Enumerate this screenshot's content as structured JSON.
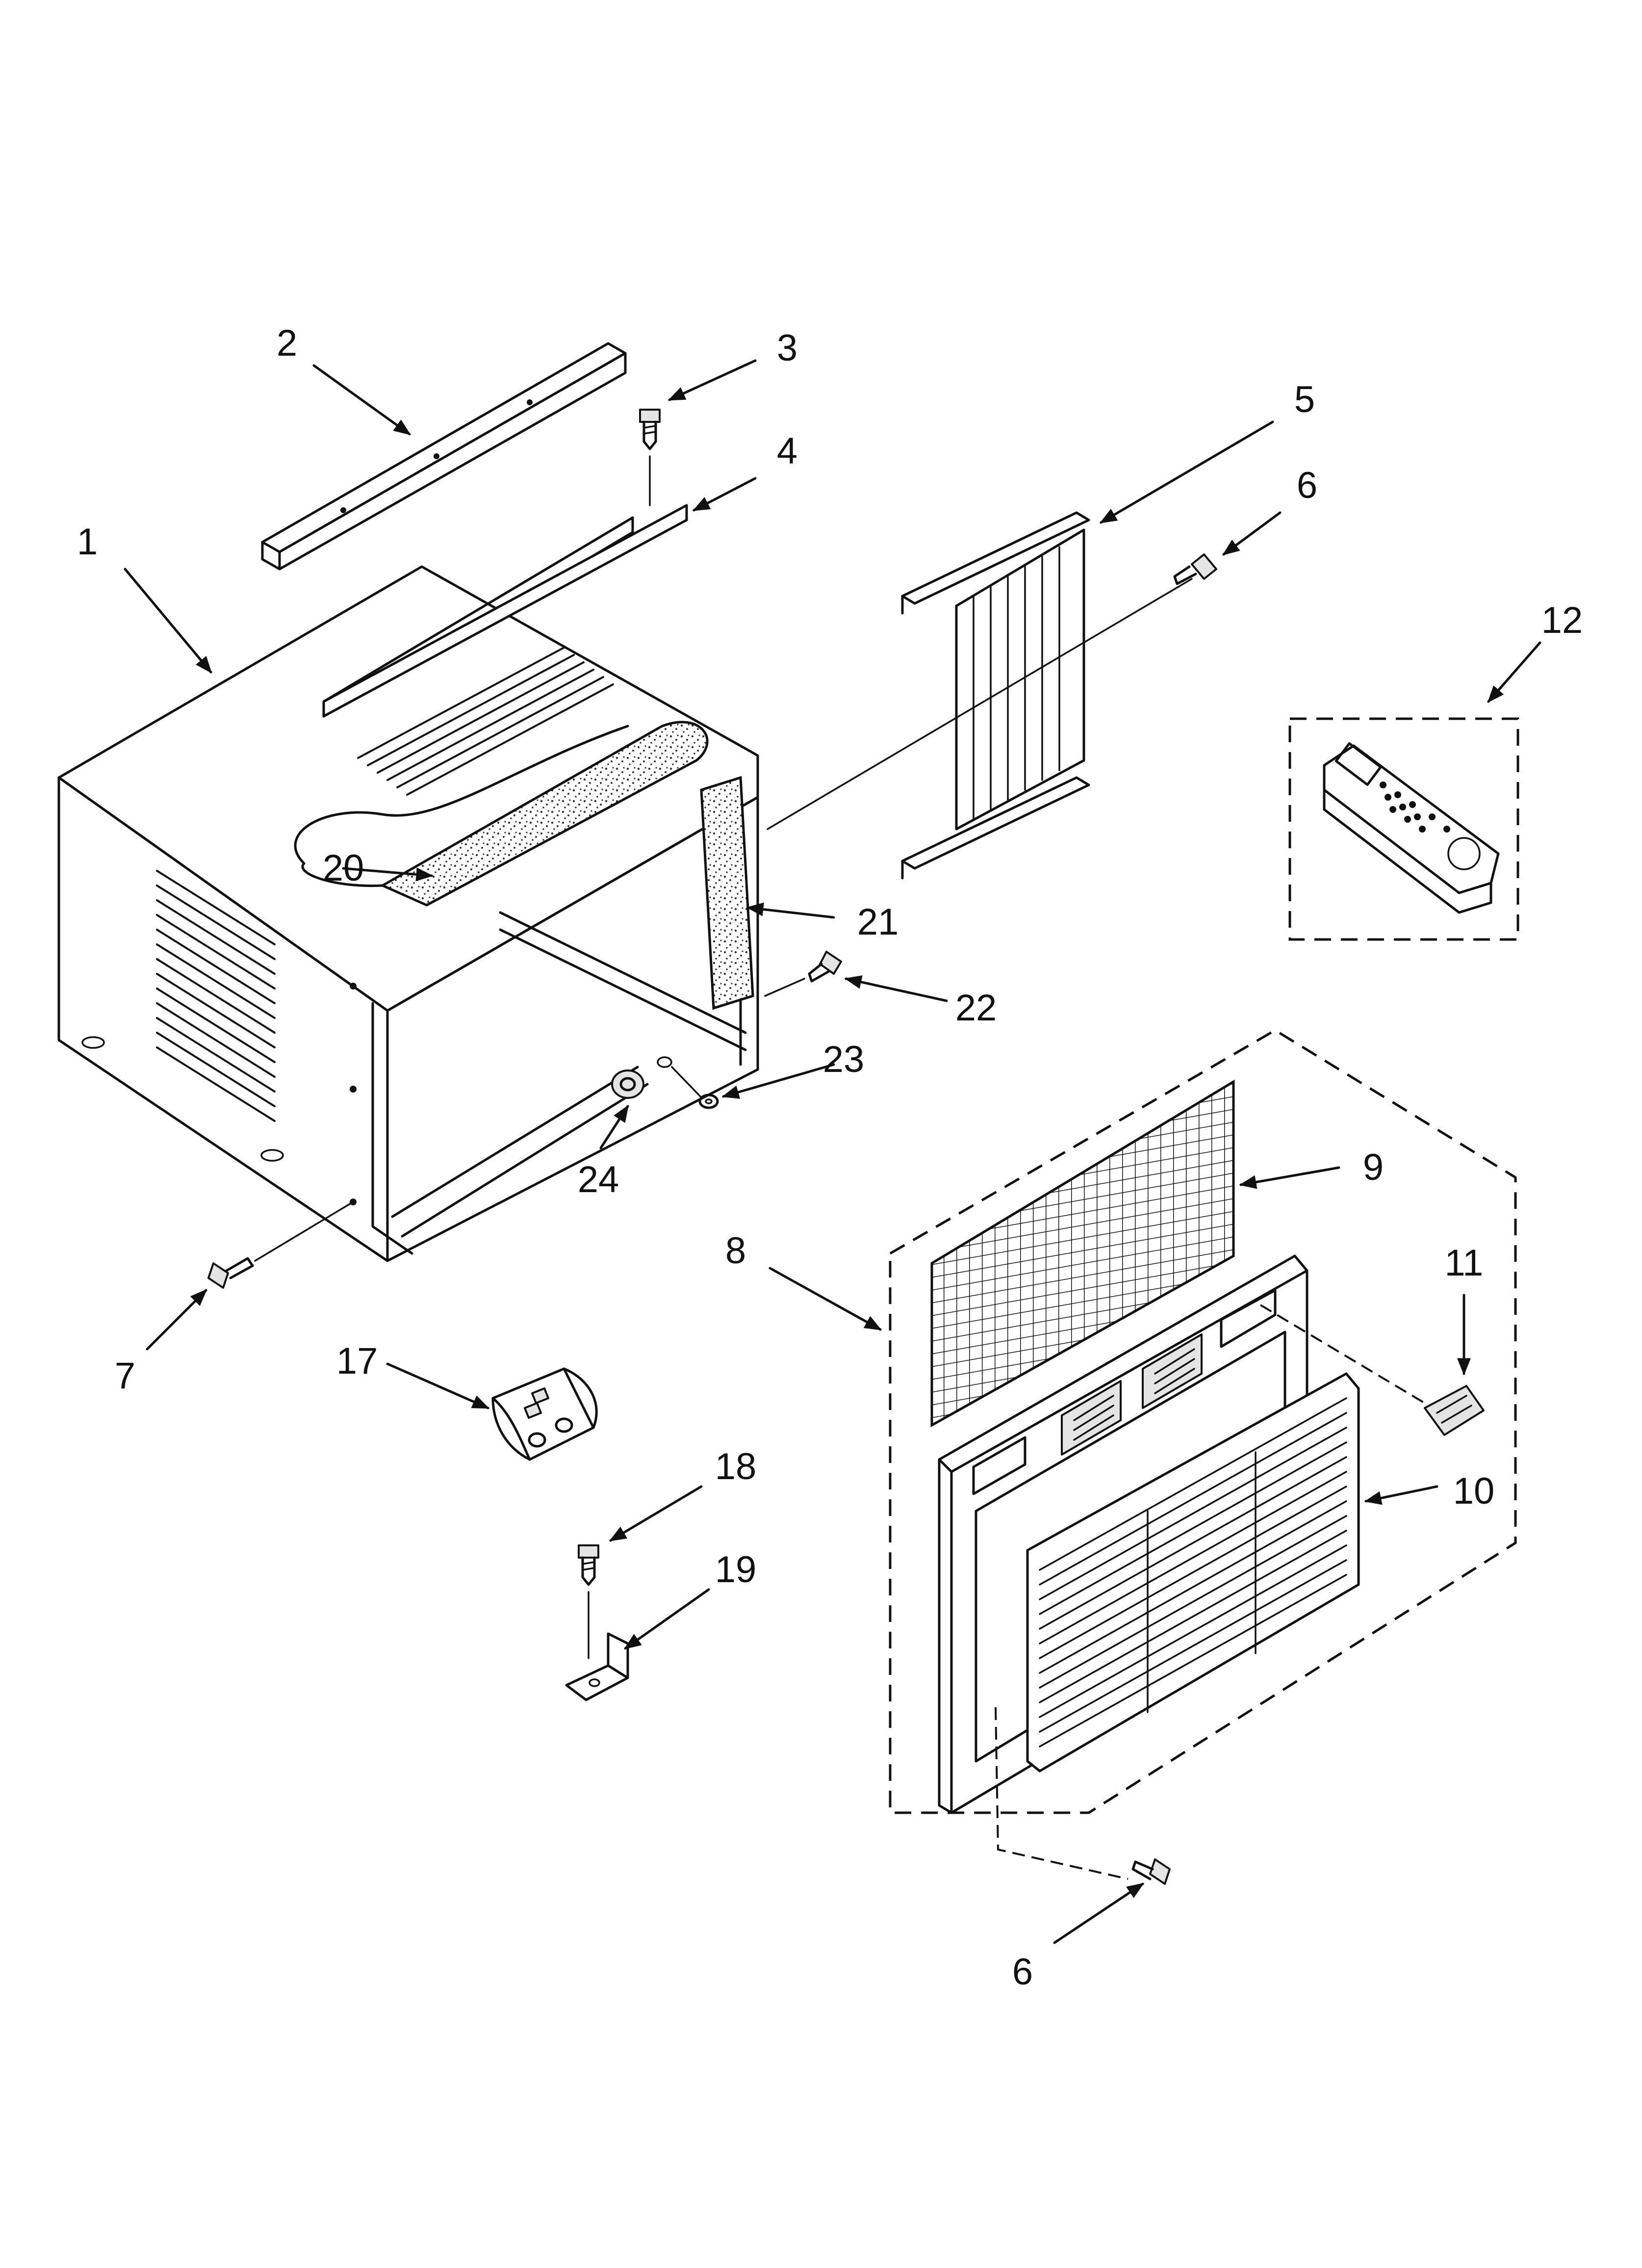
{
  "callouts": [
    {
      "id": "1",
      "label": "1"
    },
    {
      "id": "2",
      "label": "2"
    },
    {
      "id": "3",
      "label": "3"
    },
    {
      "id": "4",
      "label": "4"
    },
    {
      "id": "5",
      "label": "5"
    },
    {
      "id": "6a",
      "label": "6"
    },
    {
      "id": "6b",
      "label": "6"
    },
    {
      "id": "7",
      "label": "7"
    },
    {
      "id": "8",
      "label": "8"
    },
    {
      "id": "9",
      "label": "9"
    },
    {
      "id": "10",
      "label": "10"
    },
    {
      "id": "11",
      "label": "11"
    },
    {
      "id": "12",
      "label": "12"
    },
    {
      "id": "17",
      "label": "17"
    },
    {
      "id": "18",
      "label": "18"
    },
    {
      "id": "19",
      "label": "19"
    },
    {
      "id": "20",
      "label": "20"
    },
    {
      "id": "21",
      "label": "21"
    },
    {
      "id": "22",
      "label": "22"
    },
    {
      "id": "23",
      "label": "23"
    },
    {
      "id": "24",
      "label": "24"
    }
  ]
}
